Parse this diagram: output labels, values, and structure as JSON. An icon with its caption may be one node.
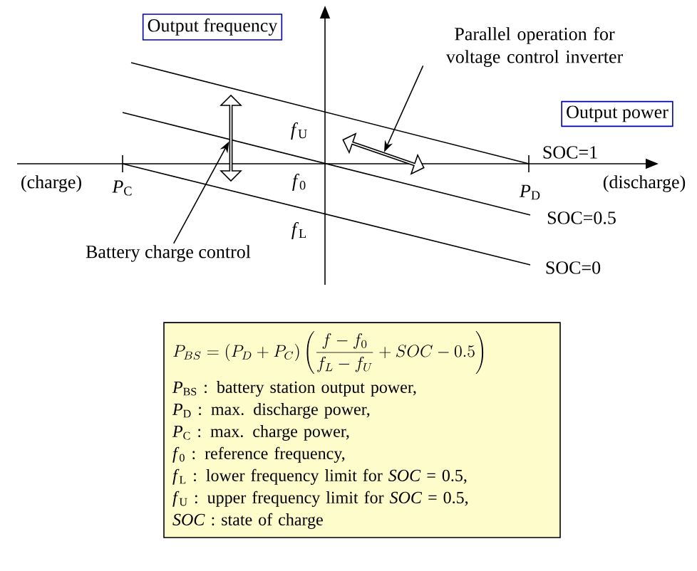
{
  "diagram": {
    "nodes": [
      {
        "text": [
          "Output frequency"
        ]
      },
      {
        "text": [
          "Output power"
        ]
      },
      {
        "text": [
          "Parallel operation for voltage control inverter"
        ]
      },
      {
        "text": [
          "Battery charge control"
        ]
      },
      {
        "text": [],
        "shape": "arrow"
      },
      {
        "text": [],
        "shape": "arrow"
      },
      {
        "text": [
          "P_{BS}=(P_{D}+P_{C})\\left(\\frac{f-f_{0}}{f_{L}-f_{U}}+SOC-0.5\\right)",
          "*P*$_{BS}$ : battery station output power,",
          "*P*$_{D}$ : max. discharge power,",
          "*P*$_{C}$ : max. charge power,",
          "*f*$_{0}$ : reference frequency,",
          "*f*$_{L}$ : lower frequency limit for *SOC* = 0.5,",
          "*f*$_{U}$ : upper frequency limit for *SOC* = 0.5,",
          "*SOC* : state of charge"
        ]
      }
    ],
    "edges": [
      {
        "from": 2,
        "to": 5,
        "arrow": "to"
      },
      {
        "from": 3,
        "to": 4,
        "arrow": "to"
      }
    ],
    "labels": [
      "*f*$_{U}$",
      "*f*$_{0}$",
      "*f*$_{L}$",
      "(charge)",
      "*P*$_{C}$",
      "*P*$_{D}$",
      "(discharge)",
      "SOC=1",
      "SOC=0.5",
      "SOC=0"
    ]
  }
}
